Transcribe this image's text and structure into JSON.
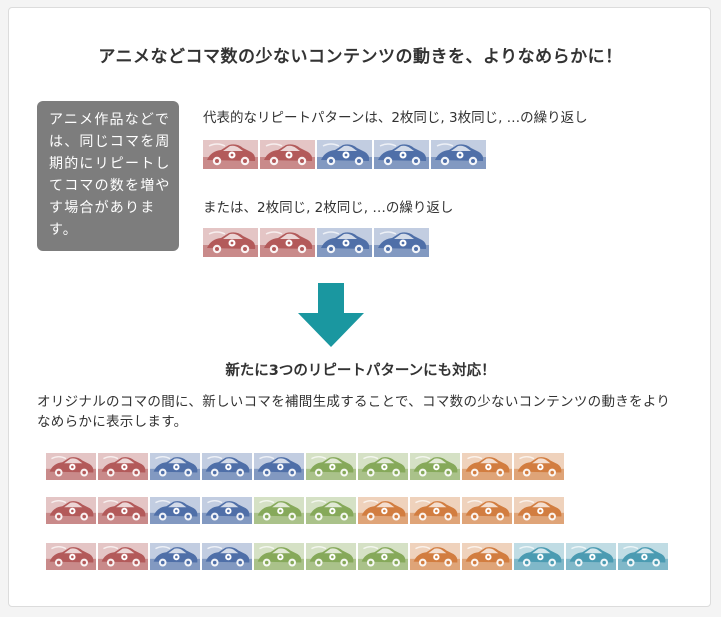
{
  "title": "アニメなどコマ数の少ないコンテンツの動きを、よりなめらかに！",
  "note": "アニメ作品などでは、同じコマを周期的にリピートしてコマの数を増やす場合があります。",
  "caption_1": "代表的なリピートパターンは、2枚同じ, 3枚同じ, …の繰り返し",
  "caption_2": "または、2枚同じ, 2枚同じ, …の繰り返し",
  "subtitle": "新たに3つのリピートパターンにも対応！",
  "description": "オリジナルのコマの間に、新しいコマを補間生成することで、コマ数の少ないコンテンツの動きをよりなめらかに表示します。",
  "colors": {
    "red": "#b35a5a",
    "blue": "#4f6fa8",
    "green": "#86a95a",
    "orange": "#d27d40",
    "teal": "#4b9bb2",
    "arrow": "#1a97a0"
  },
  "icon": "car-frame-icon",
  "sequences": {
    "pattern_2_3": [
      "red",
      "red",
      "blue",
      "blue",
      "blue"
    ],
    "pattern_2_2": [
      "red",
      "red",
      "blue",
      "blue"
    ],
    "new_1": [
      "red",
      "red",
      "blue",
      "blue",
      "blue",
      "green",
      "green",
      "green",
      "orange",
      "orange"
    ],
    "new_2": [
      "red",
      "red",
      "blue",
      "blue",
      "green",
      "green",
      "orange",
      "orange",
      "orange",
      "orange"
    ],
    "new_3": [
      "red",
      "red",
      "blue",
      "blue",
      "green",
      "green",
      "green",
      "orange",
      "orange",
      "teal",
      "teal",
      "teal"
    ]
  }
}
